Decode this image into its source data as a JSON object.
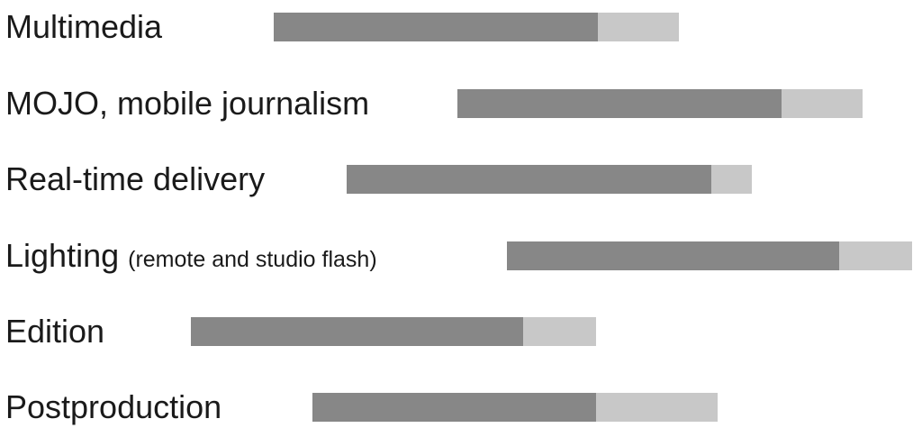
{
  "chart_data": {
    "type": "bar",
    "categories": [
      "Multimedia",
      "MOJO, mobile journalism",
      "Real-time delivery",
      "Lighting",
      "Edition",
      "Postproduction"
    ],
    "notes": [
      "",
      "",
      "",
      "(remote and studio flash)",
      "",
      ""
    ],
    "values": [
      0.8,
      0.8,
      0.9,
      0.82,
      0.82,
      0.7
    ],
    "series": [
      {
        "values": [
          0.8,
          0.8,
          0.9,
          0.82,
          0.82,
          0.7
        ]
      }
    ],
    "ylim": [
      0,
      1
    ],
    "colors": {
      "fill": "#878787",
      "track": "#c8c8c8",
      "text": "#1a1a1a"
    }
  }
}
